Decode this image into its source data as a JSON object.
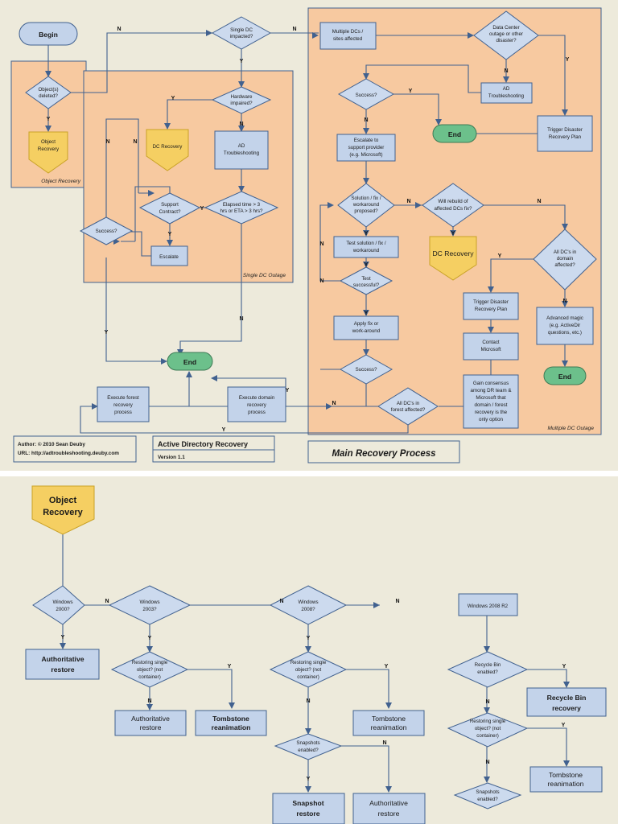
{
  "document": {
    "title": "Active Directory Recovery",
    "version": "Version 1.1",
    "author": "Author: © 2010 Sean Deuby",
    "url": "URL: http://adtroubleshooting.deuby.com",
    "main_title": "Main Recovery Process"
  },
  "colors": {
    "page_bg": "#edeadb",
    "box_fill": "#c3d3ea",
    "diamond_fill": "#ccdaee",
    "stroke": "#41618f",
    "group_fill": "#f7c9a0",
    "pentagon_fill": "#f5cf62",
    "end_fill": "#6cc08b"
  },
  "top": {
    "groups": [
      {
        "label": "Object Recovery"
      },
      {
        "label": "Single DC Outage"
      },
      {
        "label": "Multiple DC Outage"
      }
    ],
    "nodes": {
      "begin": "Begin",
      "objects_deleted": "Object(s) deleted?",
      "object_recovery": "Object Recovery",
      "single_dc": "Single DC impacted?",
      "hardware_impaired": "Hardware impaired?",
      "dc_recovery_1": "DC Recovery",
      "ad_troubleshooting_1": "AD Troubleshooting",
      "support_contract": "Support Contract?",
      "elapsed_time": "Elapsed time > 3 hrs or ETA > 3 hrs?",
      "success_left": "Success?",
      "escalate": "Escalate",
      "end_left": "End",
      "exec_forest": "Execute forest recovery process",
      "exec_domain": "Execute domain recovery process",
      "multiple_dcs": "Multiple DCs / sites affected",
      "datacenter_outage": "Data Center outage or other disaster?",
      "ad_troubleshooting_2": "AD Troubleshooting",
      "success_right": "Success?",
      "end_mid": "End",
      "trigger_drp_1": "Trigger Disaster Recovery Plan",
      "escalate_support": "Escalate to support provider (e.g. Microsoft)",
      "solution_proposed": "Solution / fix / workaround proposed?",
      "will_rebuild": "Will rebuild of affected DCs fix?",
      "all_dcs_domain": "All DC's in domain affected?",
      "test_solution": "Test solution / fix / workaround",
      "dc_recovery_2": "DC Recovery",
      "advanced_magic": "Advanced magic (e.g. ActiveDir questions, etc.)",
      "test_successful": "Test successful?",
      "trigger_drp_2": "Trigger Disaster Recovery Plan",
      "apply_fix": "Apply fix or work-around",
      "contact_microsoft": "Contact Microsoft",
      "end_right": "End",
      "success_bottom": "Success?",
      "gain_consensus": "Gain consensus among DR team & Microsoft that domain / forest recovery is the only option",
      "all_dcs_forest": "All DC's in forest affected?"
    },
    "labels": {
      "yes": "Y",
      "no": "N"
    }
  },
  "bottom": {
    "nodes": {
      "object_recovery": "Object Recovery",
      "win2000": "Windows 2000?",
      "win2003": "Windows 2003?",
      "win2008": "Windows 2008?",
      "win2008r2": "Windows 2008 R2",
      "auth_restore_1": "Authoritative restore",
      "restoring_single_1": "Restoring single object? (not container)",
      "restoring_single_2": "Restoring single object? (not container)",
      "restoring_single_3": "Restoring single object? (not container)",
      "recycle_bin_enabled": "Recycle Bin enabled?",
      "auth_restore_2": "Authoritative restore",
      "tombstone_1": "Tombstone reanimation",
      "tombstone_2": "Tombstone reanimation",
      "tombstone_3": "Tombstone reanimation",
      "recycle_bin_recovery": "Recycle Bin recovery",
      "snapshots_enabled_1": "Snapshots enabled?",
      "snapshots_enabled_2": "Snapshots enabled?",
      "snapshot_restore": "Snapshot restore",
      "auth_restore_3": "Authoritative restore"
    },
    "labels": {
      "yes": "Y",
      "no": "N"
    }
  }
}
